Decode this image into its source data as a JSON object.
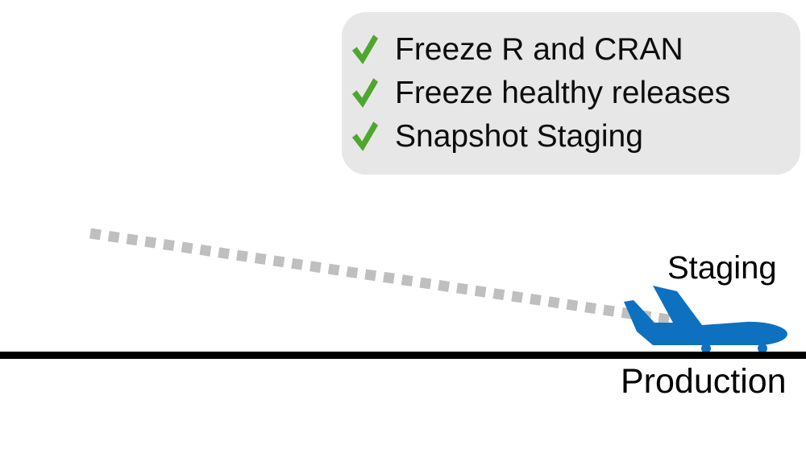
{
  "colors": {
    "background": "#FFFFFF",
    "card_background": "#E7E7E7",
    "check_green": "#4EA72E",
    "airplane_blue": "#0E71C0",
    "trajectory_gray": "#BFBFBF",
    "ground_black": "#000000",
    "text_black": "#0D0D0D"
  },
  "checklist": {
    "items": [
      "Freeze R and CRAN",
      "Freeze healthy releases",
      "Snapshot Staging"
    ]
  },
  "labels": {
    "staging": "Staging",
    "production": "Production"
  },
  "icons": {
    "check": "green-checkmark-icon",
    "plane": "airplane-landing-icon"
  }
}
